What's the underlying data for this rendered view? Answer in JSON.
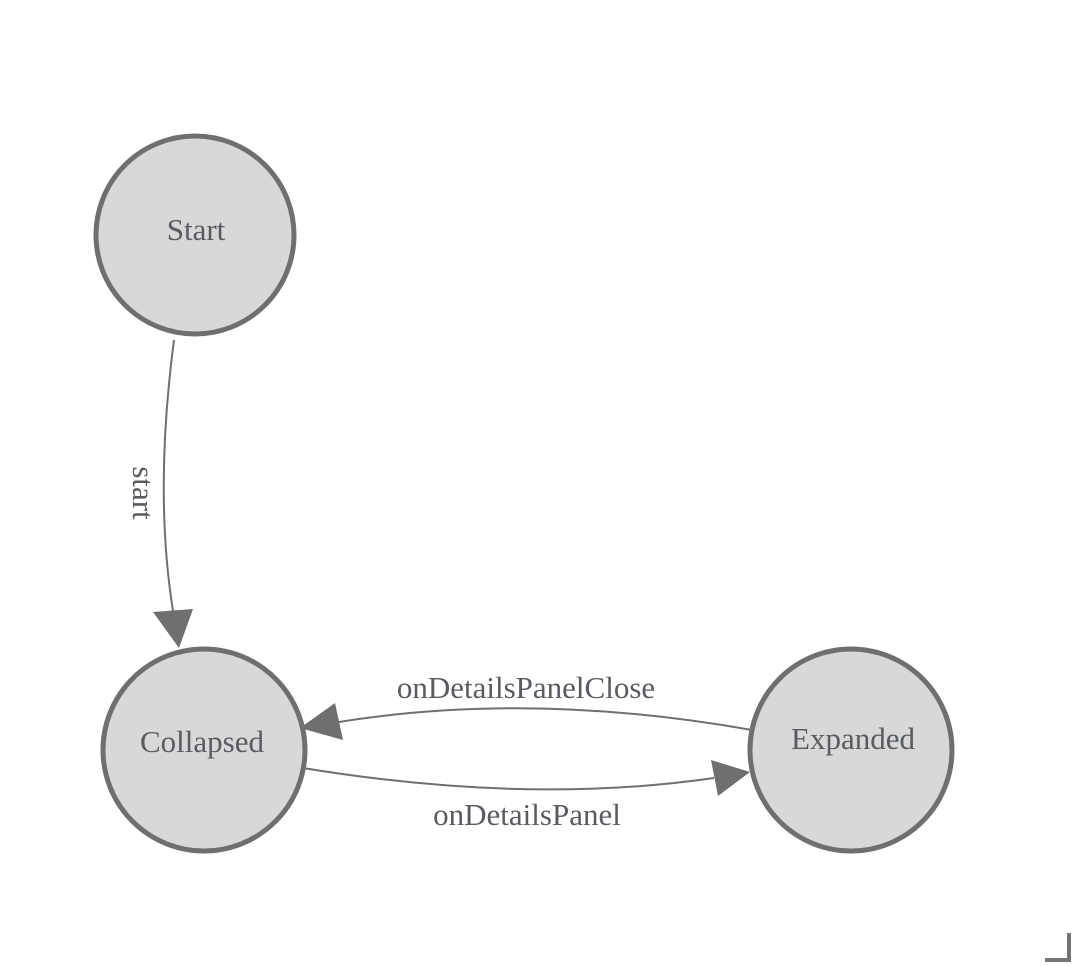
{
  "diagram": {
    "type": "state-machine",
    "background_color": "#ffffff",
    "colors": {
      "node_fill": "#d8d8d8",
      "node_stroke": "#6f6f6f",
      "edge_stroke": "#6f6f6f",
      "label_text": "#585c61",
      "resize_corner": "#757575"
    },
    "nodes": [
      {
        "id": "start",
        "label": "Start"
      },
      {
        "id": "collapsed",
        "label": "Collapsed"
      },
      {
        "id": "expanded",
        "label": "Expanded"
      }
    ],
    "edges": [
      {
        "from": "Start",
        "to": "Collapsed",
        "label": "start",
        "label_orientation": "vertical"
      },
      {
        "from": "Expanded",
        "to": "Collapsed",
        "label": "onDetailsPanelClose",
        "label_orientation": "horizontal"
      },
      {
        "from": "Collapsed",
        "to": "Expanded",
        "label": "onDetailsPanel",
        "label_orientation": "horizontal"
      }
    ]
  }
}
